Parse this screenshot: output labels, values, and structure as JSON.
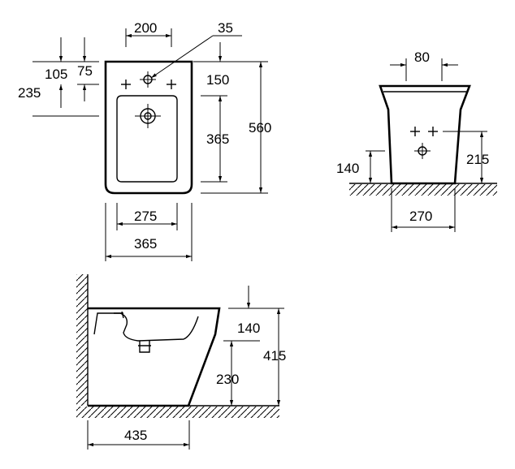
{
  "top_view": {
    "dims": {
      "d200": "200",
      "d35": "35",
      "d105": "105",
      "d75": "75",
      "d235": "235",
      "d150": "150",
      "d365v": "365",
      "d560": "560",
      "d275": "275",
      "d365h": "365"
    }
  },
  "front_view": {
    "dims": {
      "d80": "80",
      "d140": "140",
      "d215": "215",
      "d270": "270"
    }
  },
  "side_view": {
    "dims": {
      "d140": "140",
      "d230": "230",
      "d415": "415",
      "d435": "435"
    }
  }
}
